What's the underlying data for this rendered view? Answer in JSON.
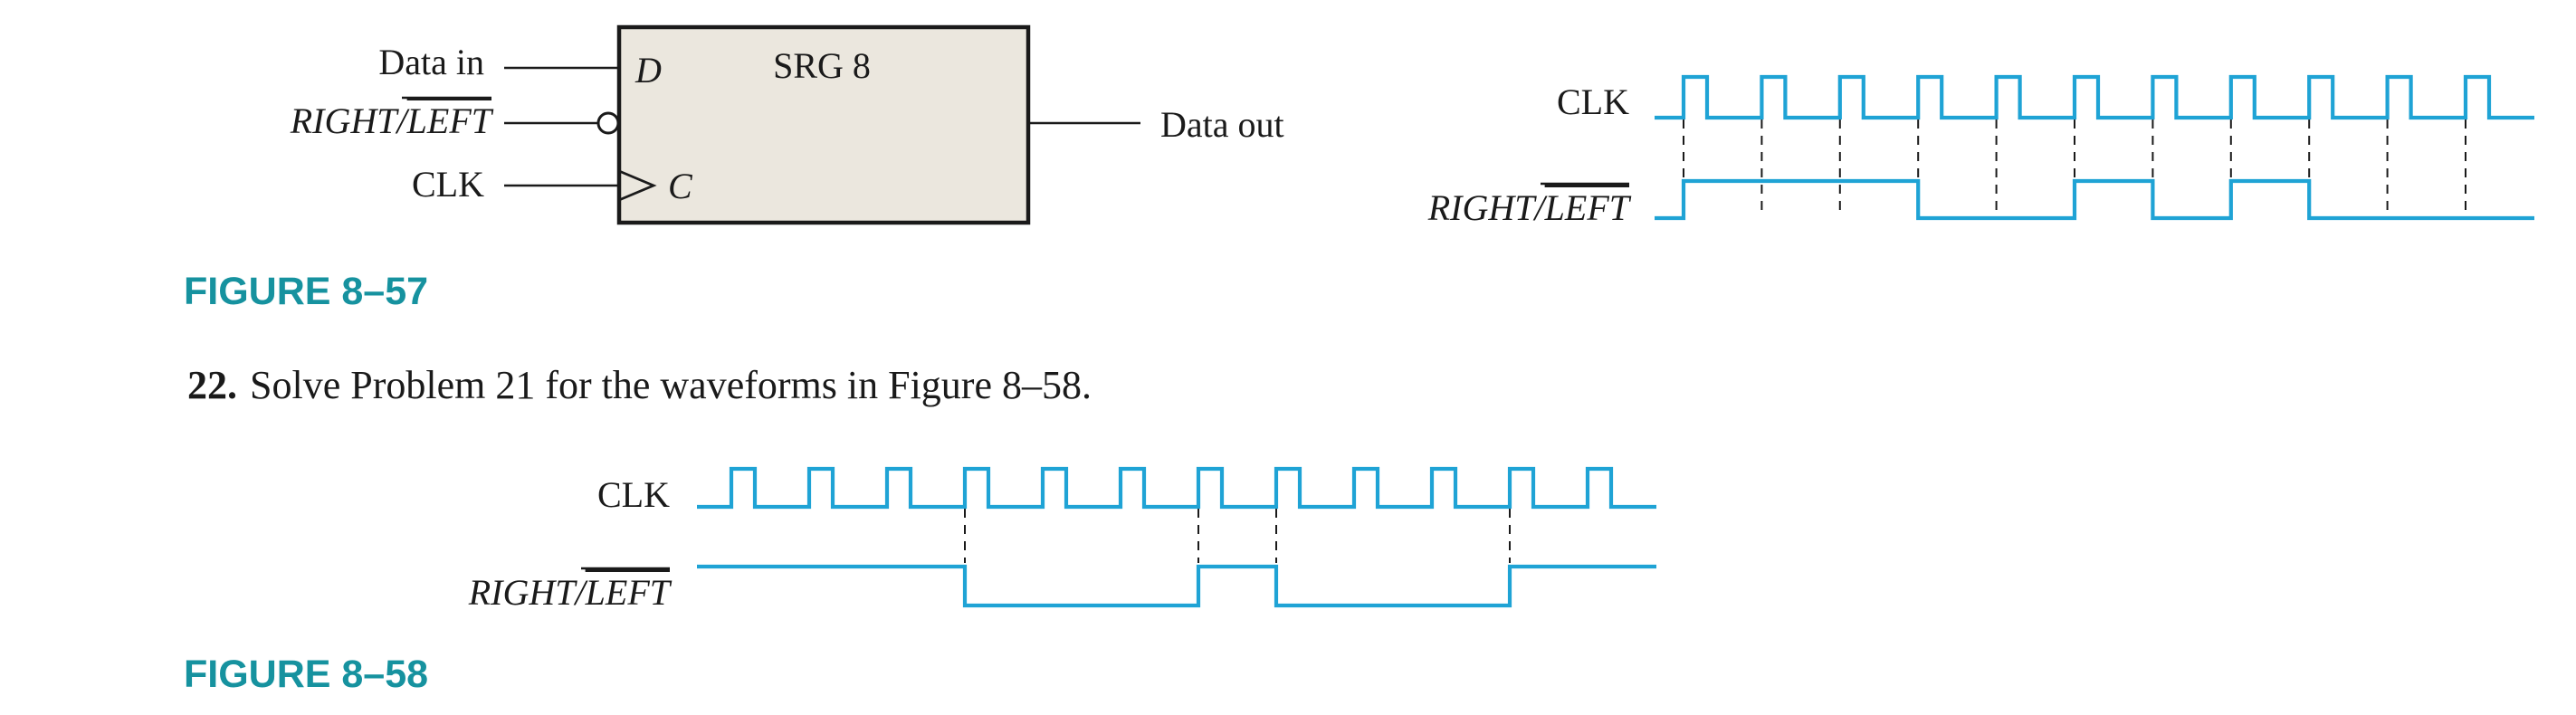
{
  "colors": {
    "waveform": "#1fa3d5",
    "figure_label": "#16929f",
    "block_fill": "#ebe7de",
    "text": "#1a1a1a"
  },
  "figure_57": {
    "label": "FIGURE 8–57",
    "block": {
      "name": "SRG 8",
      "pin_d": "D",
      "pin_c": "C"
    },
    "inputs": {
      "data_in": "Data in",
      "right_left": {
        "normal": "RIGHT/",
        "overbar": "LEFT"
      },
      "clk": "CLK"
    },
    "output": "Data out",
    "timing": {
      "clk_label": "CLK",
      "rl_label": {
        "normal": "RIGHT/",
        "overbar": "LEFT"
      },
      "clk_pulses": 11,
      "right_left_levels": [
        1,
        1,
        1,
        0,
        0,
        1,
        0,
        1,
        0,
        0,
        0
      ],
      "sample_markers": 11
    }
  },
  "problem_22": {
    "number": "22.",
    "text": "Solve Problem 21 for the waveforms in Figure 8–58."
  },
  "figure_58": {
    "label": "FIGURE 8–58",
    "timing": {
      "clk_label": "CLK",
      "rl_label": {
        "normal": "RIGHT/",
        "overbar": "LEFT"
      },
      "clk_pulses": 12,
      "right_left_levels": [
        1,
        1,
        1,
        0,
        0,
        0,
        1,
        0,
        0,
        0,
        1,
        1
      ],
      "transition_markers": [
        3,
        6,
        7,
        10
      ]
    }
  }
}
